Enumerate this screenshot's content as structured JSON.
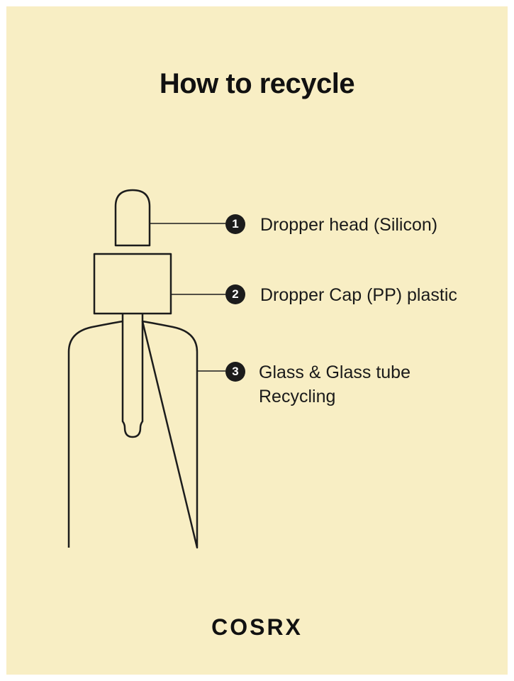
{
  "title": "How to recycle",
  "parts": [
    {
      "number": "1",
      "label": "Dropper head (Silicon)"
    },
    {
      "number": "2",
      "label": "Dropper Cap (PP) plastic"
    },
    {
      "number": "3",
      "label_line1": "Glass & Glass tube",
      "label_line2": "Recycling"
    }
  ],
  "brand": "COSRX",
  "colors": {
    "background": "#f8eec4",
    "ink": "#1c1c1c"
  }
}
